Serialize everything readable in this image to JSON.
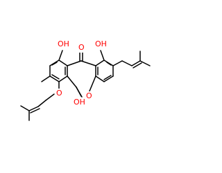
{
  "diagram": {
    "type": "skeletal-formula",
    "colors": {
      "bond": "#000000",
      "heteroatom_oxygen": "#ff0000",
      "background": "#ffffff"
    },
    "atom_labels": {
      "oh_left_top": "OH",
      "oh_right_top": "OH",
      "ketone_o": "O",
      "ring_ether_o": "O",
      "prenyloxy_o": "O",
      "oh_lower": "OH"
    }
  }
}
